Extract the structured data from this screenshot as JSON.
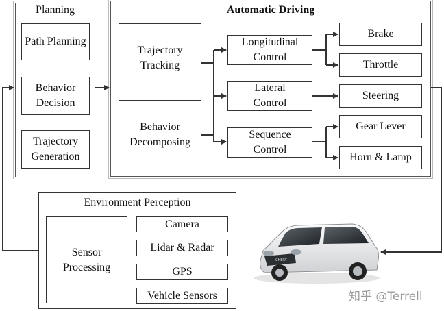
{
  "planning": {
    "title": "Planning",
    "items": [
      "Path Planning",
      "Behavior Decision",
      "Trajectory Generation"
    ]
  },
  "automatic_driving": {
    "title": "Automatic Driving",
    "left": [
      "Trajectory Tracking",
      "Behavior Decomposing"
    ],
    "controls": [
      "Longitudinal Control",
      "Lateral Control",
      "Sequence Control"
    ],
    "actuators": [
      "Brake",
      "Throttle",
      "Steering",
      "Gear Lever",
      "Horn & Lamp"
    ]
  },
  "perception": {
    "title": "Environment Perception",
    "processing": "Sensor Processing",
    "sensors": [
      "Camera",
      "Lidar & Radar",
      "GPS",
      "Vehicle Sensors"
    ]
  },
  "car": {
    "badge": "CHERY"
  },
  "watermark": "知乎 @Terrell"
}
